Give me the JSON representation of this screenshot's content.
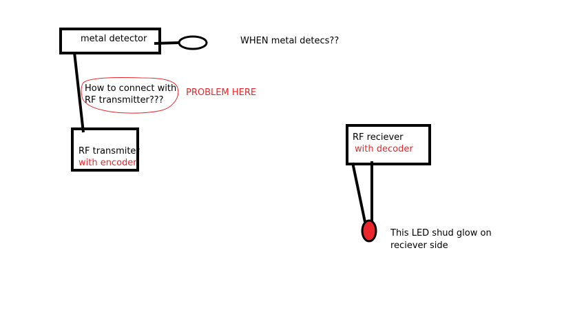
{
  "labels": {
    "metal_detector": "metal detector",
    "when_detects": "WHEN metal detecs??",
    "question_line1": "How to connect with",
    "question_line2": "RF transmitter???",
    "problem_here": "PROBLEM HERE",
    "transmitter_line1": "RF transmiter",
    "transmitter_line2": "with encoder",
    "receiver_line1": "RF reciever",
    "receiver_line2": "with decoder",
    "led_line1": "This LED shud glow on",
    "led_line2": "reciever side"
  },
  "colors": {
    "ink": "#000000",
    "annotation_red": "#e8262b",
    "led_fill": "#e8262b",
    "background": "#ffffff"
  }
}
